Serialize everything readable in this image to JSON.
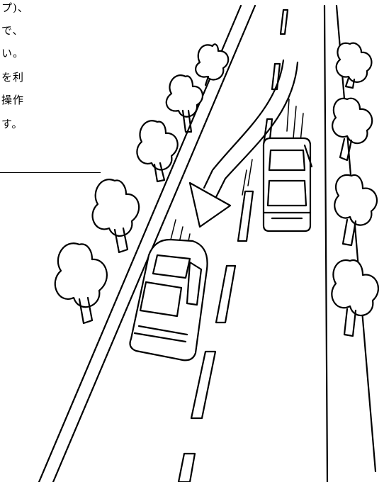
{
  "text_lines": [
    "プ)、",
    "で、",
    "い。",
    "を利",
    "操作",
    "す。"
  ],
  "illustration": {
    "description_icon": "highway-lane-change-illustration",
    "line_color": "#000000",
    "background": "#ffffff"
  }
}
